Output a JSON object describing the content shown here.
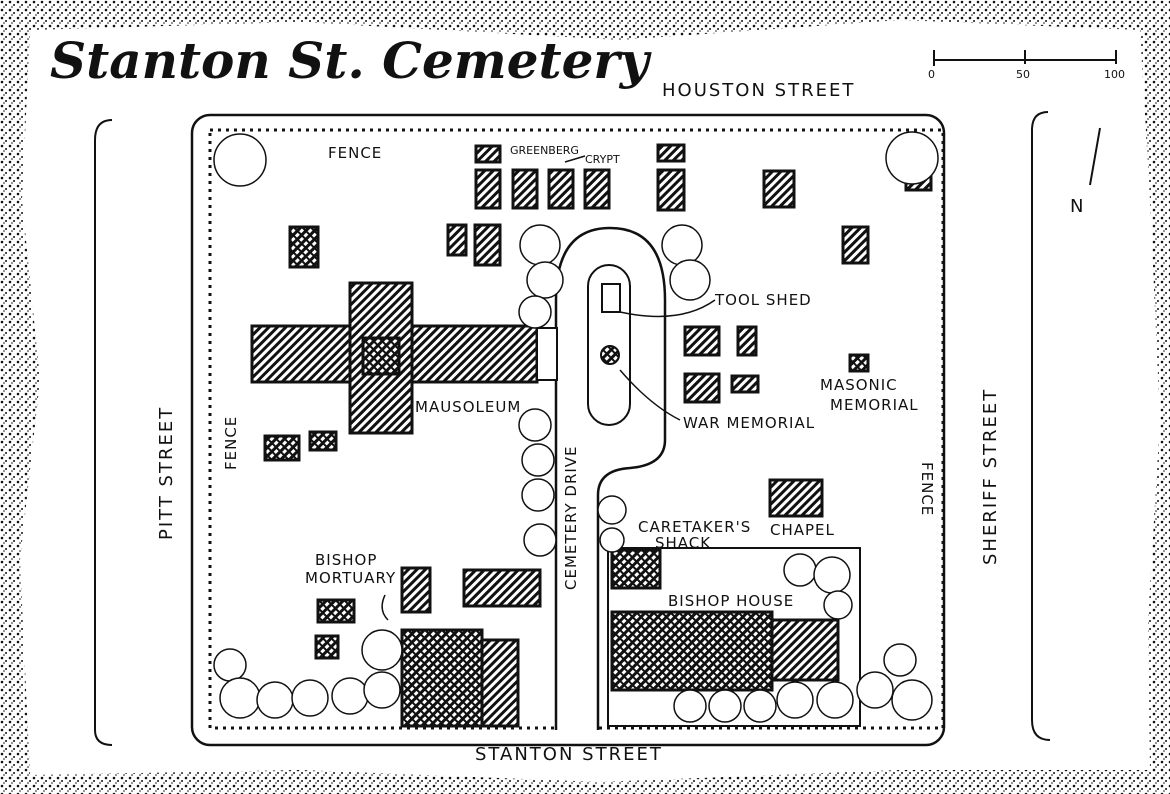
{
  "title": "Stanton St. Cemetery",
  "scale": {
    "ticks": [
      "0",
      "50",
      "100"
    ]
  },
  "north_label": "N",
  "streets": {
    "north": "HOUSTON STREET",
    "south": "STANTON STREET",
    "west": "PITT STREET",
    "east": "SHERIFF STREET"
  },
  "labels": {
    "fence_top": "FENCE",
    "fence_left": "FENCE",
    "fence_right": "FENCE",
    "greenberg_crypt_1": "GREENBERG",
    "greenberg_crypt_2": "CRYPT",
    "tool_shed": "TOOL SHED",
    "war_memorial": "WAR MEMORIAL",
    "masonic_memorial_1": "MASONIC",
    "masonic_memorial_2": "MEMORIAL",
    "mausoleum": "MAUSOLEUM",
    "cemetery_drive": "CEMETERY DRIVE",
    "caretakers_shack_1": "CARETAKER'S",
    "caretakers_shack_2": "SHACK",
    "chapel": "CHAPEL",
    "bishop_mortuary_1": "BISHOP",
    "bishop_mortuary_2": "MORTUARY",
    "bishop_house": "BISHOP HOUSE"
  }
}
